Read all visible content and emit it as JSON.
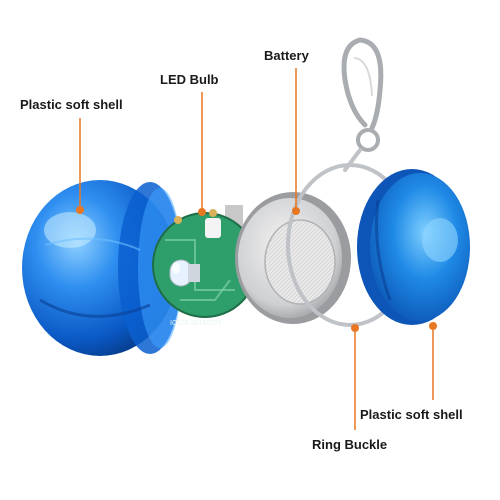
{
  "labels": {
    "shell_left": "Plastic soft shell",
    "led_bulb": "LED Bulb",
    "battery": "Battery",
    "shell_right": "Plastic soft shell",
    "ring_buckle": "Ring Buckle"
  },
  "pcb": {
    "markings": "IC518 20160727"
  },
  "colors": {
    "leader": "#e87722",
    "shell_blue": "#1a73d9",
    "pcb_green": "#2e9e6a",
    "metal": "#b9bcc0"
  }
}
